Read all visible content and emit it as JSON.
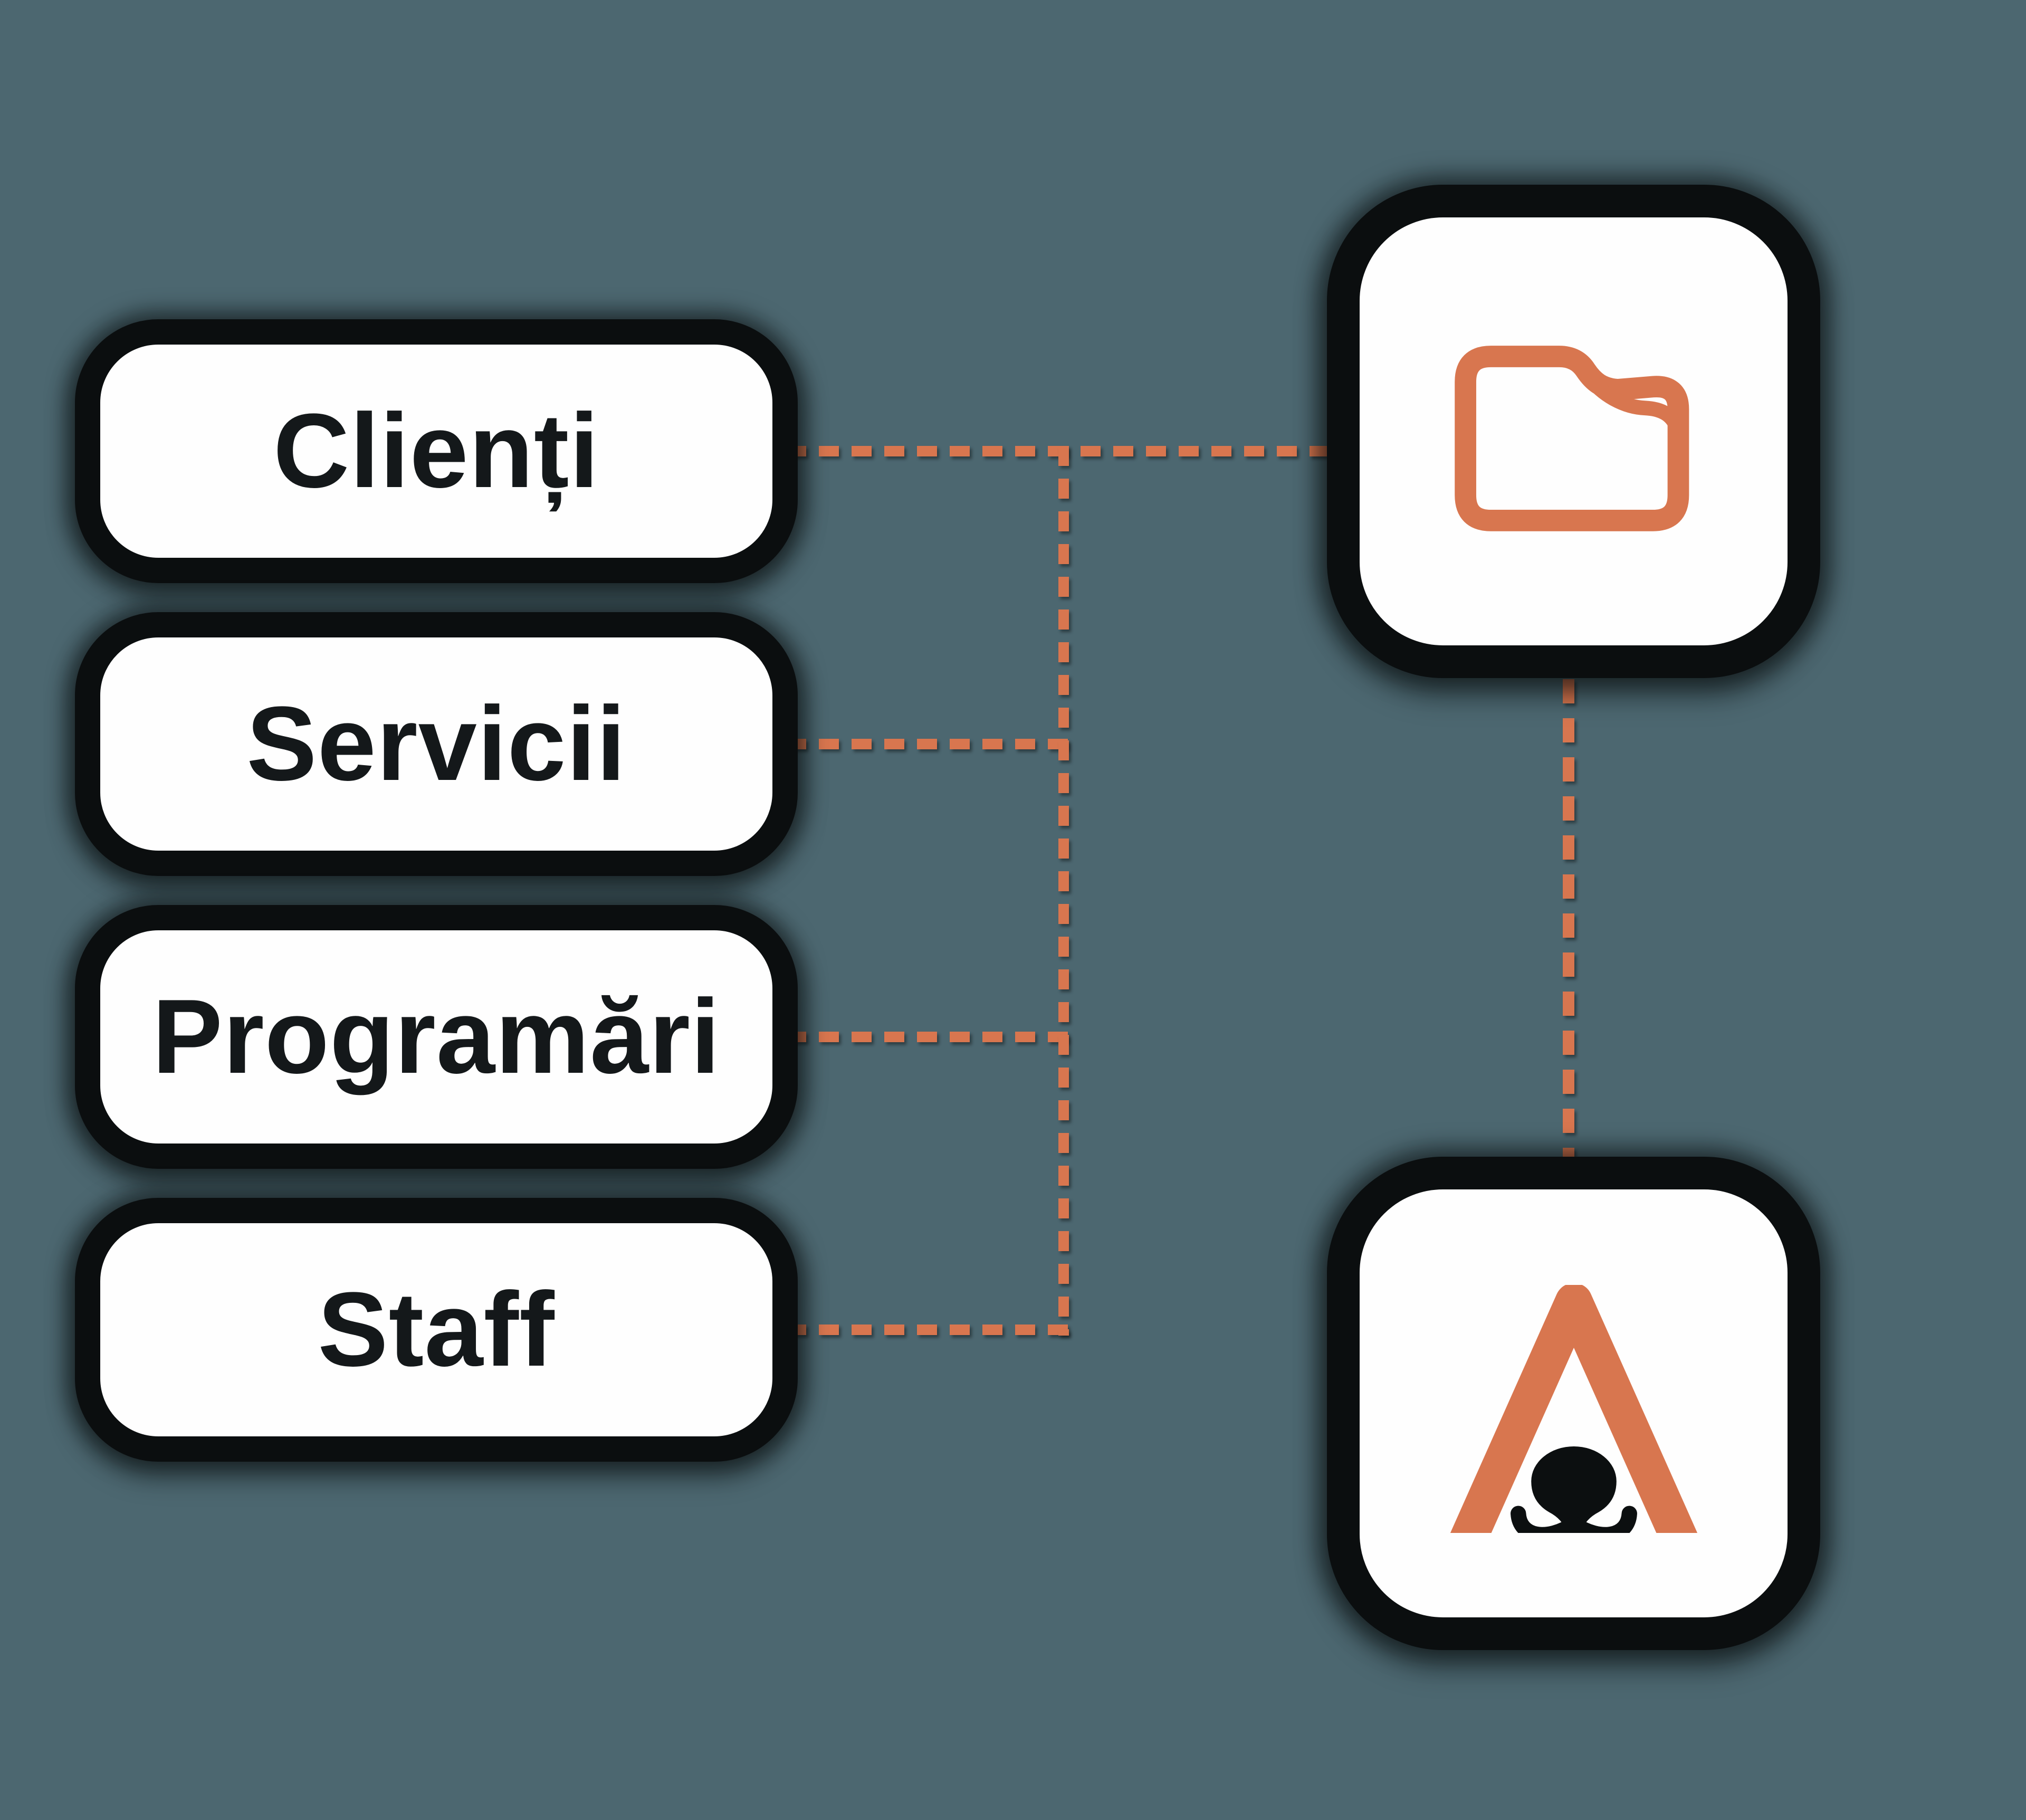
{
  "colors": {
    "background": "#4c6770",
    "accent": "#d8764f",
    "panel": "#fefefe",
    "outline": "#0b0e0f",
    "text": "#14181a"
  },
  "left_boxes": [
    {
      "label": "Clienți"
    },
    {
      "label": "Servicii"
    },
    {
      "label": "Programări"
    },
    {
      "label": "Staff"
    }
  ],
  "right_nodes": [
    {
      "icon": "folder-icon"
    },
    {
      "icon": "pet-logo-icon"
    }
  ]
}
